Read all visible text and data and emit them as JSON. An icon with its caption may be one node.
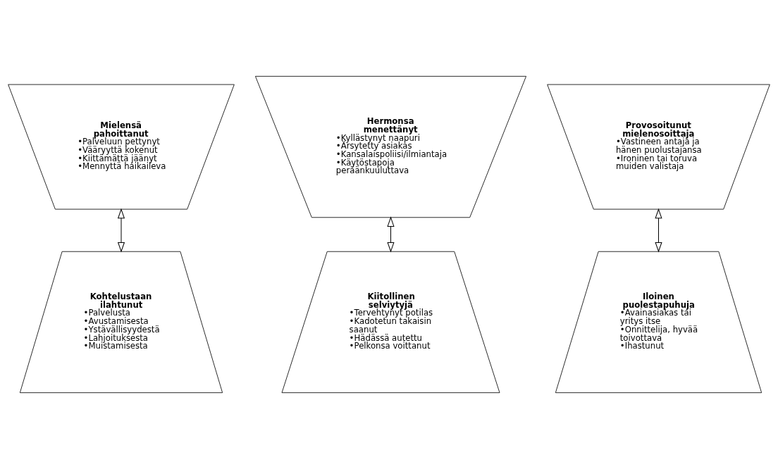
{
  "diagram": {
    "nodes": [
      {
        "text": [
          "Mielensä pahoittanut",
          "•Palveluun pettynyt",
          "•Vääryyttä kokenut",
          "•Kiittämättä jäänyt",
          "•Mennyttä haikaileva"
        ]
      },
      {
        "text": [
          "Hermonsa menettänyt",
          "•Kyllästynyt naapuri",
          "•Ärsytetty asiakas",
          "•Kansalaispoliisi/ilmiantaja",
          "•Käytöstapoja peräänkuuluttava"
        ]
      },
      {
        "text": [
          "Provosoitunut mielenosoittaja",
          "•Vastineen antaja ja hänen puolustajansa",
          "•Ironinen tai toruva muiden valistaja"
        ]
      },
      {
        "text": [
          "Kohtelustaan ilahtunut",
          "•Palvelusta",
          "•Avustamisesta",
          "•Ystävällisyydestä",
          "•Lahjoituksesta",
          "•Muistamisesta"
        ]
      },
      {
        "text": [
          "Kiitollinen selviytyjä",
          "•Tervehtynyt potilas",
          "•Kadotetun takaisin saanut",
          "•Hädässä autettu",
          "•Pelkonsa voittanut"
        ]
      },
      {
        "text": [
          "Iloinen puolestapuhuja",
          "•Avainasiakas tai yritys itse",
          "•Onnittelija, hyvää toivottava",
          "•Ihastunut"
        ]
      }
    ],
    "edges": [
      {
        "from": 0,
        "to": 3,
        "arrow": "both"
      },
      {
        "from": 1,
        "to": 4,
        "arrow": "both"
      },
      {
        "from": 2,
        "to": 5,
        "arrow": "both"
      }
    ]
  }
}
